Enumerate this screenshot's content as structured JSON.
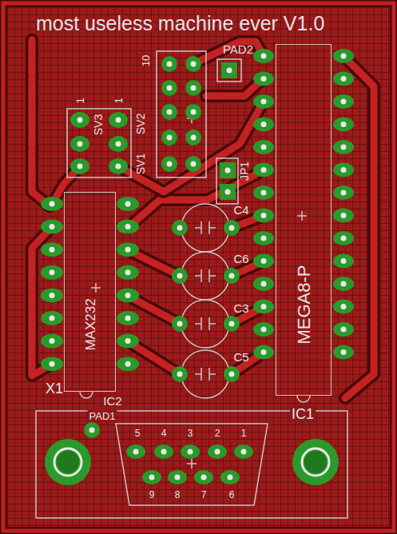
{
  "diagram": {
    "title": "most useless machine ever V1.0",
    "nodes": [
      {
        "text": [
          "MAX232",
          "IC2"
        ]
      },
      {
        "text": [
          "MEGA8-P",
          "IC1"
        ]
      }
    ],
    "labels": [
      "PAD2",
      "10",
      "1",
      "SV3",
      "1",
      "SV2",
      "SV1",
      "JP1",
      "C4",
      "C6",
      "C3",
      "C5",
      "X1",
      "PAD1",
      "5",
      "4",
      "3",
      "2",
      "1",
      "9",
      "8",
      "7",
      "6"
    ]
  }
}
